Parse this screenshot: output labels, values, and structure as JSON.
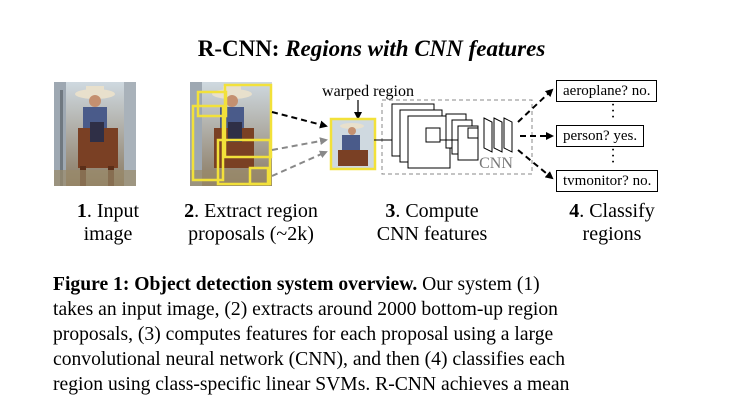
{
  "title": {
    "main": "R-CNN:",
    "italic": "Regions with CNN features"
  },
  "diagram": {
    "warped_label": "warped region",
    "cnn_label": "CNN",
    "classes": [
      {
        "label": "aeroplane? no."
      },
      {
        "label": "person? yes."
      },
      {
        "label": "tvmonitor? no."
      }
    ],
    "highlight_color": "#f2e13a"
  },
  "steps": [
    {
      "num": "1",
      "line1": ". Input",
      "line2": "image"
    },
    {
      "num": "2",
      "line1": ". Extract region",
      "line2": "proposals (~2k)"
    },
    {
      "num": "3",
      "line1": ". Compute",
      "line2": "CNN features"
    },
    {
      "num": "4",
      "line1": ". Classify",
      "line2": "regions"
    }
  ],
  "caption": {
    "label": "Figure 1:",
    "heading": "Object detection system overview.",
    "line1_rest": "Our system (1)",
    "lines": [
      "takes an input image, (2) extracts around 2000 bottom-up region",
      "proposals, (3) computes features for each proposal using a large",
      "convolutional neural network (CNN), and then (4) classifies each",
      "region using class-specific linear SVMs. R-CNN achieves a mean"
    ]
  }
}
